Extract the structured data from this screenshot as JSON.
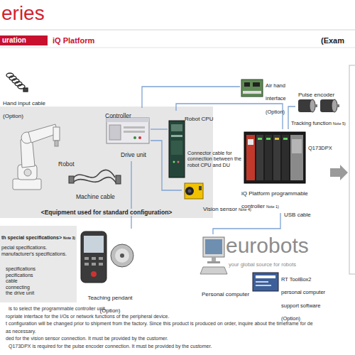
{
  "diagram": {
    "nodes": [
      {
        "text": [
          "Hand input cable (Option)"
        ]
      },
      {
        "text": [
          "<Equipment used for standard configuration>"
        ]
      },
      {
        "text": [
          "Robot"
        ],
        "in": 1
      },
      {
        "text": [
          "Machine cable"
        ],
        "in": 1
      },
      {
        "text": [
          "Controller",
          "Drive unit"
        ],
        "in": 1
      },
      {
        "text": [
          "Robot CPU"
        ]
      },
      {
        "text": [
          "Air hand interface (Option)"
        ]
      },
      {
        "text": [
          "Pulse encoder"
        ]
      },
      {
        "text": [
          "iQ Platform programmable controller",
          "Note 1)"
        ]
      },
      {
        "text": [
          "Vision sensor",
          "Note 4)"
        ]
      },
      {
        "text": [
          "Personal computer"
        ]
      },
      {
        "text": [
          "RT ToolBox2 personal computer support software (Option)"
        ]
      },
      {
        "text": [
          "Teaching pendant (Option)"
        ]
      },
      {
        "text": [
          "th special specifications>",
          "Note 3)",
          "pecial specifications.",
          "manufacturer's specifications.",
          "specifications",
          "pecifications",
          "cable",
          "connecting",
          "the drive unit"
        ]
      }
    ],
    "edges": [
      {
        "from": 4,
        "to": 6,
        "arrow": "none"
      },
      {
        "from": 4,
        "to": 5,
        "arrow": "none"
      },
      {
        "from": 5,
        "to": 8,
        "arrow": "none"
      },
      {
        "from": 7,
        "to": 8,
        "arrow": "none"
      },
      {
        "from": 4,
        "to": 9,
        "arrow": "none"
      },
      {
        "from": 8,
        "to": 10,
        "label": "USB cable",
        "arrow": "none"
      },
      {
        "from": 12,
        "to": 4,
        "arrow": "none"
      }
    ],
    "labels": [
      "eries",
      "uration",
      "iQ Platform",
      "(Exam",
      "Connector cable for connection between the robot CPU and DU",
      "Tracking function",
      "Note 5)",
      "Q173DPX",
      "eurobots",
      "your global source for robots",
      "is to select the programmable controller unit.",
      "ropriate interface for the I/Os or network functions of the peripheral device.",
      "t configuration will be changed prior to shipment from the factory. Since this product is produced on order, inquire about the timeframe for de",
      "as necessary.",
      "ded for the vision sensor connection. It must be provided by the customer.",
      "Q173DPX is required for the pulse encoder connection. It must be provided by the customer."
    ]
  }
}
